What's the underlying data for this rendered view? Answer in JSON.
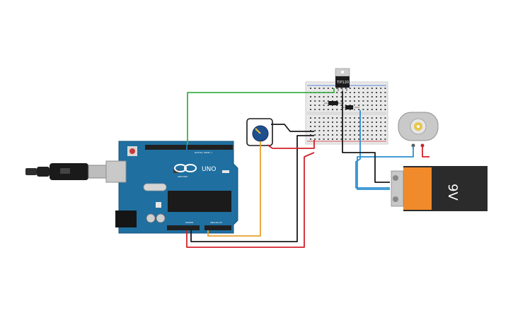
{
  "components": {
    "arduino": {
      "brand": "ARDUINO",
      "model": "UNO",
      "digital_header": "DIGITAL (PWM~)",
      "power_label": "POWER",
      "analog_label": "ANALOG IN",
      "board_color": "#1f6fa0"
    },
    "transistor": {
      "label": "TIP120"
    },
    "battery": {
      "label": "9V",
      "body_color": "#f08a2b",
      "cap_color": "#2b2b2b"
    },
    "motor": {
      "body_color": "#c9c9c9",
      "shaft_color": "#e8c64a"
    },
    "potentiometer": {
      "knob_color": "#1f4f8f"
    }
  },
  "wire_colors": {
    "green": "#3db14a",
    "red": "#d3202a",
    "black": "#1a1a1a",
    "orange": "#e8a030",
    "blue": "#2a8fd0"
  }
}
